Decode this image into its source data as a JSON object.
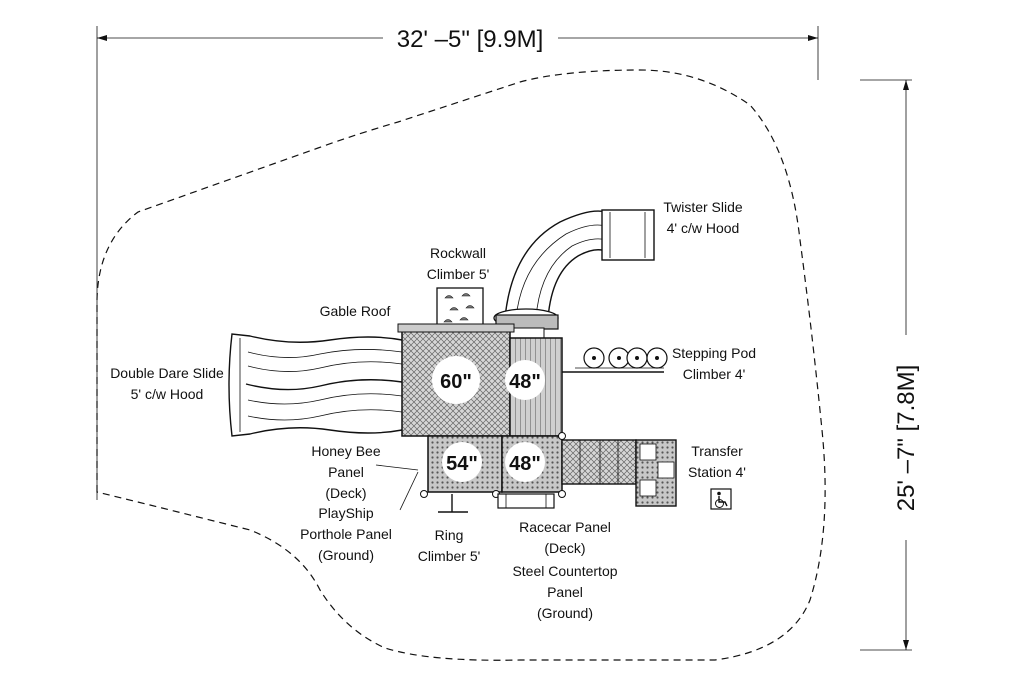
{
  "dimensions": {
    "width": "32' –5\" [9.9M]",
    "height": "25' –7\" [7.8M]"
  },
  "labels": {
    "twister_slide": [
      "Twister Slide",
      "4' c/w Hood"
    ],
    "rockwall": [
      "Rockwall",
      "Climber 5'"
    ],
    "gable_roof": [
      "Gable Roof"
    ],
    "double_dare": [
      "Double Dare Slide",
      "5' c/w Hood"
    ],
    "stepping_pod": [
      "Stepping Pod",
      "Climber 4'"
    ],
    "transfer": [
      "Transfer",
      "Station 4'"
    ],
    "honey_bee": [
      "Honey Bee",
      "Panel",
      "(Deck)"
    ],
    "playship": [
      "PlayShip",
      "Porthole Panel",
      "(Ground)"
    ],
    "ring": [
      "Ring",
      "Climber 5'"
    ],
    "racecar": [
      "Racecar Panel",
      "(Deck)"
    ],
    "countertop": [
      "Steel Countertop",
      "Panel",
      "(Ground)"
    ]
  },
  "decks": {
    "d60": "60\"",
    "d48a": "48\"",
    "d54": "54\"",
    "d48b": "48\""
  },
  "icons": {
    "accessibility": "wheelchair-icon"
  },
  "colors": {
    "line": "#111111",
    "deck_fill": "#bdbdbd",
    "deck_dark": "#8a8a8a"
  }
}
